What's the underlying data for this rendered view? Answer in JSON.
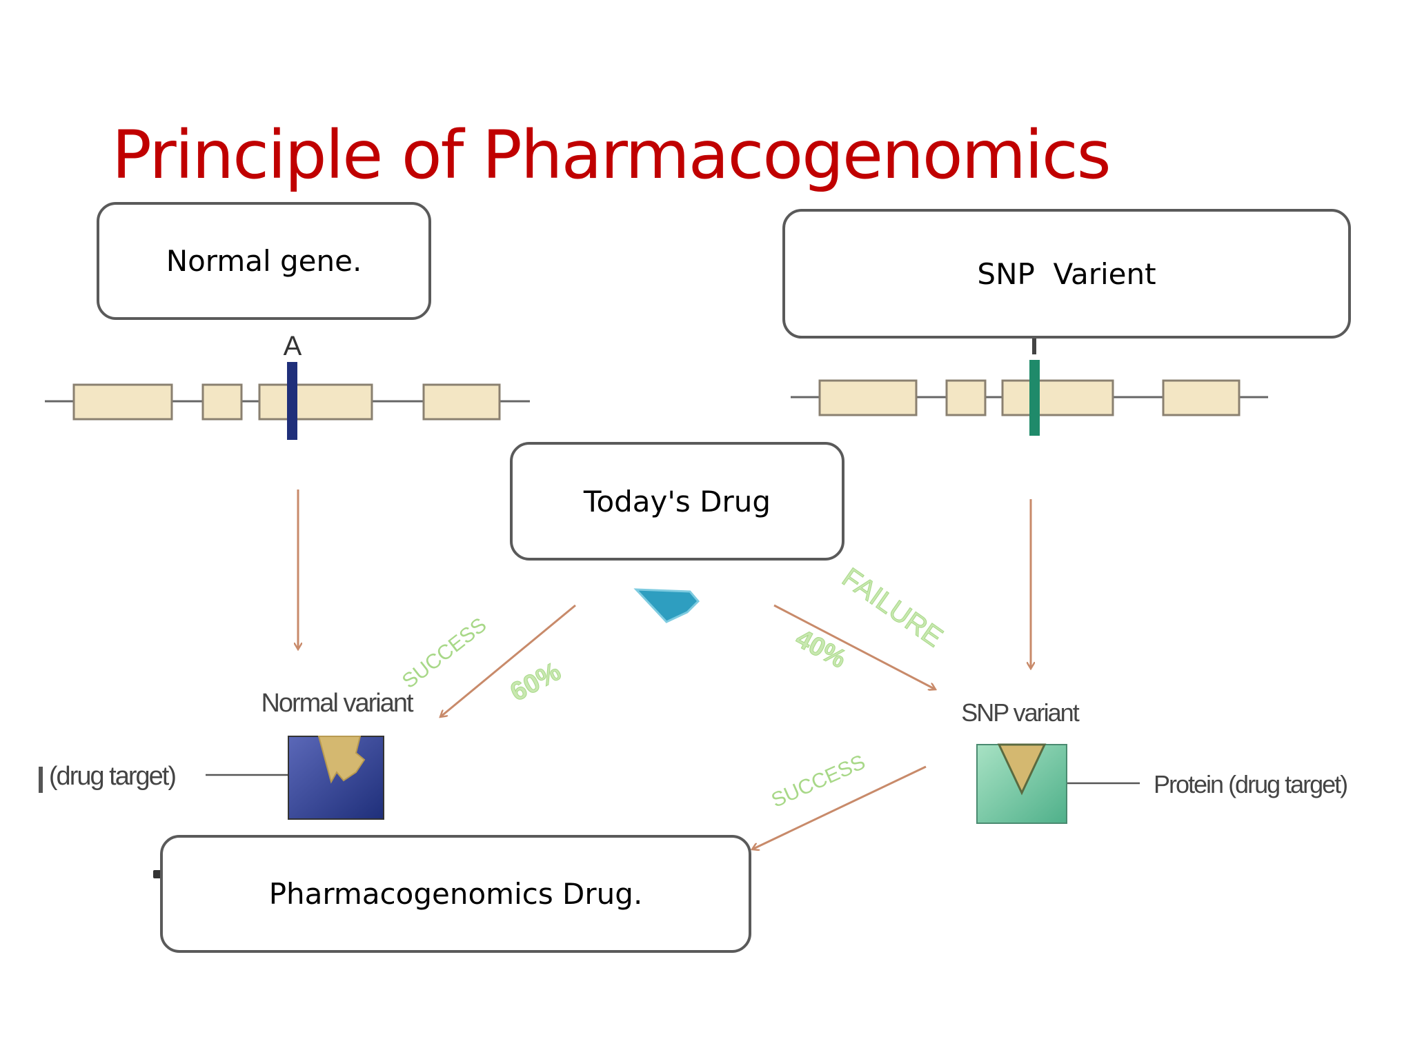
{
  "slide": {
    "title": "Principle of Pharmacogenomics",
    "colors": {
      "title": "#c00000",
      "normal_marker": "#1f2f7a",
      "snp_marker": "#1f8a6a",
      "arrow": "#c88a6a",
      "success_label": "#a8d888"
    }
  },
  "callouts": {
    "normal_gene": "Normal gene.",
    "snp_variant": "SNP  Varient",
    "todays_drug": "Today's Drug",
    "pgx_drug": "Pharmacogenomics Drug."
  },
  "figure": {
    "normal_allele_letter": "A",
    "normal_variant_label": "Normal variant",
    "snp_variant_label": "SNP variant",
    "left_protein_label": "(drug target)",
    "right_protein_label": "Protein (drug target)",
    "success_label_left": "SUCCESS",
    "success_pct": "60%",
    "failure_label": "FAILURE",
    "failure_pct": "40%",
    "success_label_bottom": "SUCCESS",
    "icons": [
      "drug-molecule-icon",
      "normal-protein-icon",
      "snp-protein-icon"
    ]
  }
}
